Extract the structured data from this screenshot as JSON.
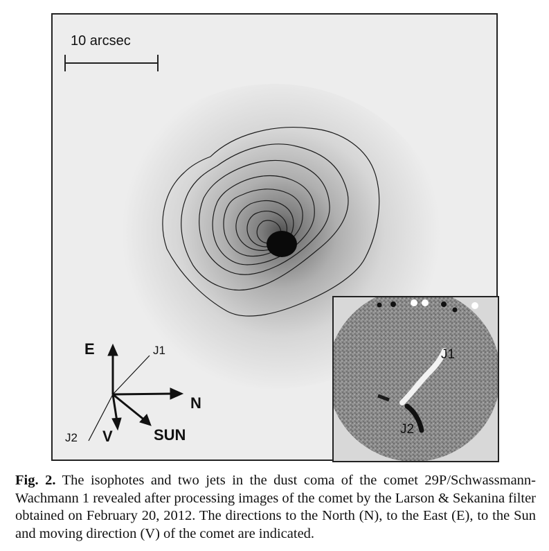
{
  "figure": {
    "scale_bar_label": "10 arcsec",
    "direction_labels": {
      "east": "E",
      "north": "N",
      "sun": "SUN",
      "velocity": "V",
      "jet1": "J1",
      "jet2": "J2"
    },
    "inset": {
      "jet1_label": "J1",
      "jet2_label": "J2"
    }
  },
  "caption": {
    "label": "Fig. 2.",
    "text": " The isophotes and two jets in the dust coma of the comet 29P/Schwassmann-Wachmann 1 revealed after processing images of the comet by the Larson & Sekanina filter obtained on February 20, 2012. The directions to the North (N), to the East (E), to the Sun and moving direction (V) of the comet are indicated."
  }
}
